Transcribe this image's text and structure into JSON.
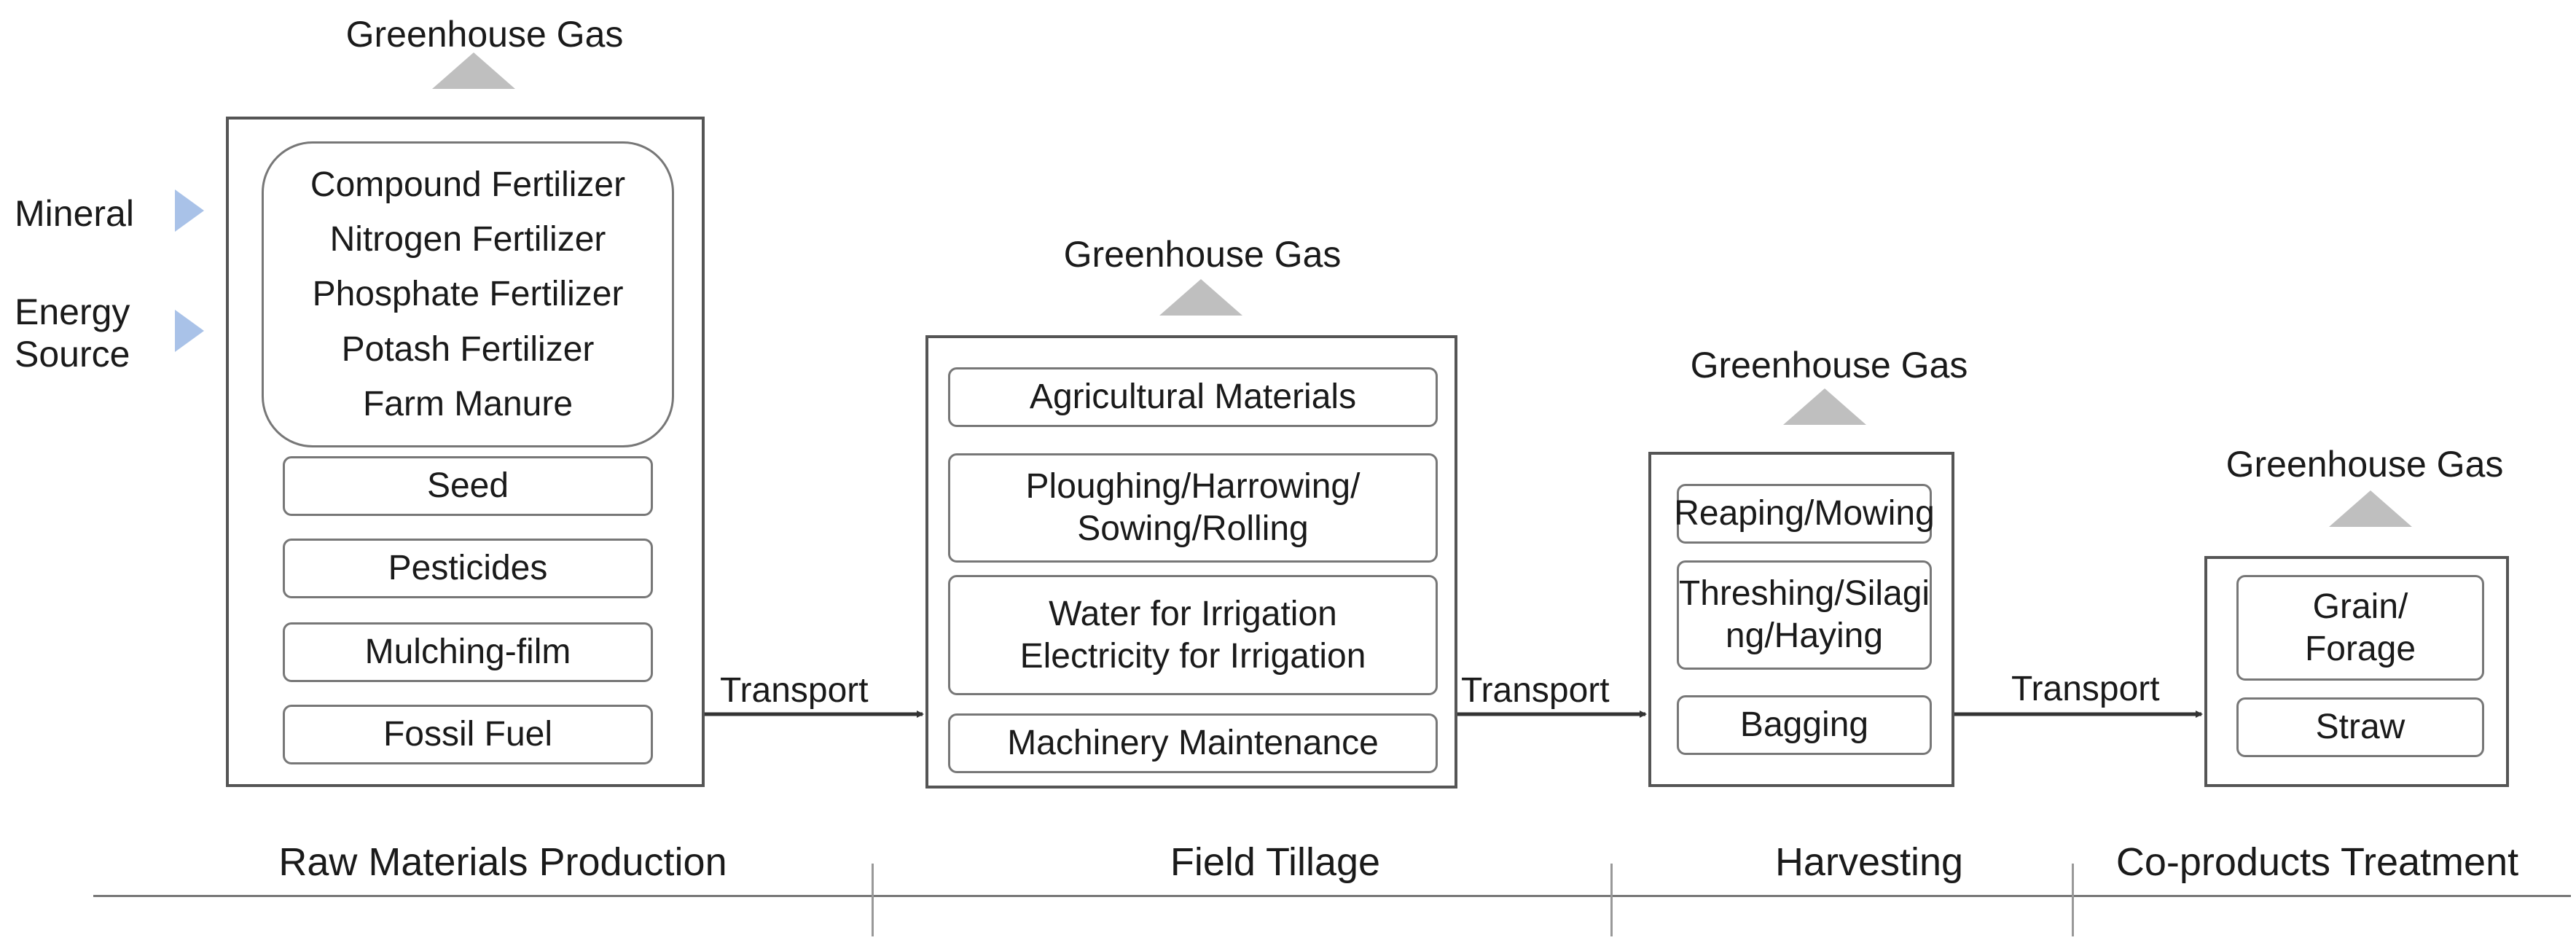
{
  "greenhouse_gas": "Greenhouse Gas",
  "transport": "Transport",
  "inputs": {
    "mineral": "Mineral",
    "energy": "Energy Source"
  },
  "stage1": {
    "fertilizers": [
      "Compound Fertilizer",
      "Nitrogen Fertilizer",
      "Phosphate Fertilizer",
      "Potash Fertilizer",
      "Farm Manure"
    ],
    "seed": "Seed",
    "pesticides": "Pesticides",
    "mulching": "Mulching-film",
    "fossil": "Fossil Fuel"
  },
  "stage2": {
    "agri": "Agricultural Materials",
    "plough1": "Ploughing/Harrowing/",
    "plough2": "Sowing/Rolling",
    "water1": "Water for Irrigation",
    "water2": "Electricity for Irrigation",
    "machinery": "Machinery Maintenance"
  },
  "stage3": {
    "reaping": "Reaping/Mowing",
    "thresh1": "Threshing/Silagi",
    "thresh2": "ng/Haying",
    "bagging": "Bagging"
  },
  "stage4": {
    "grain1": "Grain/",
    "grain2": "Forage",
    "straw": "Straw"
  },
  "phases": [
    "Raw Materials Production",
    "Field Tillage",
    "Harvesting",
    "Co-products Treatment"
  ]
}
